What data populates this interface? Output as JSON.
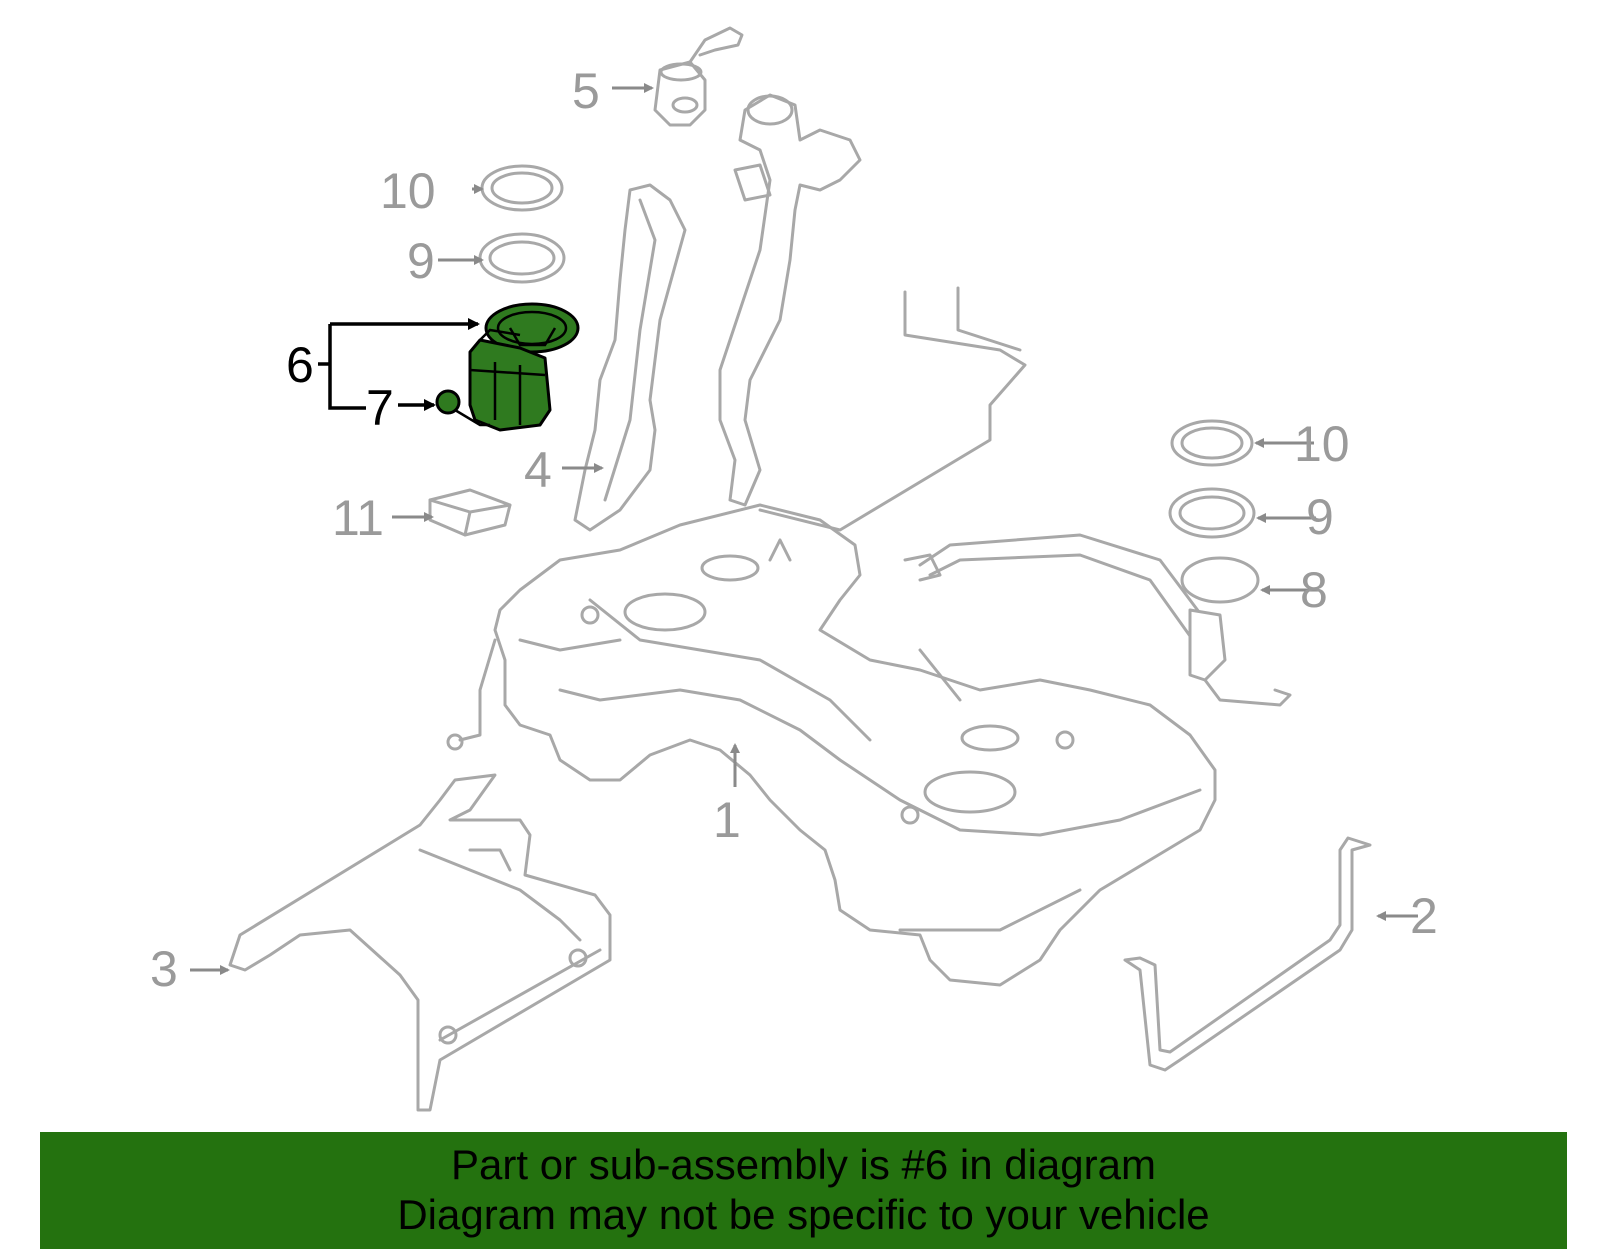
{
  "callouts": {
    "c1": "1",
    "c2": "2",
    "c3": "3",
    "c4": "4",
    "c5": "5",
    "c6": "6",
    "c7": "7",
    "c8": "8",
    "c9a": "9",
    "c9b": "9",
    "c10a": "10",
    "c10b": "10",
    "c11": "11"
  },
  "highlighted_callout": "6",
  "colors": {
    "highlight_fill": "#2f7a1f",
    "banner_background": "#24720f",
    "part_stroke": "#a8a8a8",
    "callout_text": "#9a9a9a"
  },
  "banner": {
    "line1": "Part or sub-assembly is #6 in diagram",
    "line2": "Diagram may not be specific to your vehicle"
  }
}
